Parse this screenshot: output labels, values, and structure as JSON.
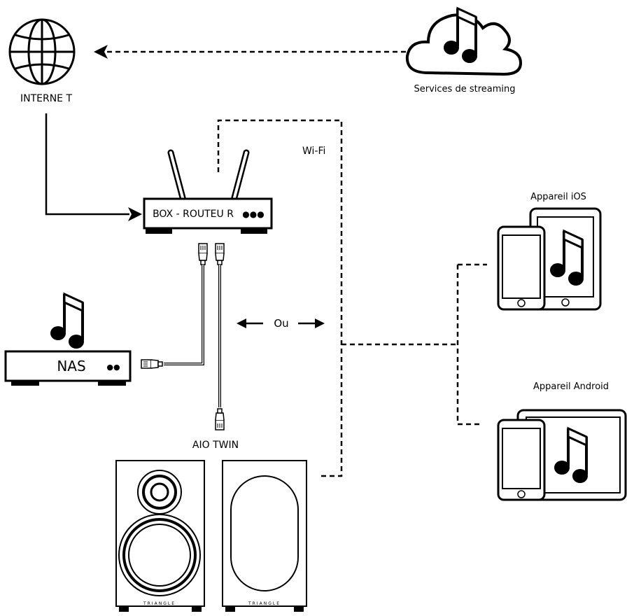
{
  "labels": {
    "internet": "INTERNE T",
    "streaming": "Services de streaming",
    "wifi": "Wi-Fi",
    "router": "BOX - ROUTEU R",
    "router_dots": "●●●",
    "nas": "NAS",
    "nas_dots": "●●",
    "or": "Ou",
    "aio": "AIO TWIN",
    "ios": "Appareil iOS",
    "android": "Appareil  Android",
    "brand_left": "TRIANGLE",
    "brand_right": "TRIANGLE"
  },
  "colors": {
    "stroke": "#000000",
    "background": "#ffffff"
  },
  "icons": [
    "globe-icon",
    "music-cloud-icon",
    "router-icon",
    "ethernet-plug-icon",
    "nas-icon",
    "music-note-icon",
    "phone-icon",
    "tablet-icon",
    "speaker-icon"
  ]
}
